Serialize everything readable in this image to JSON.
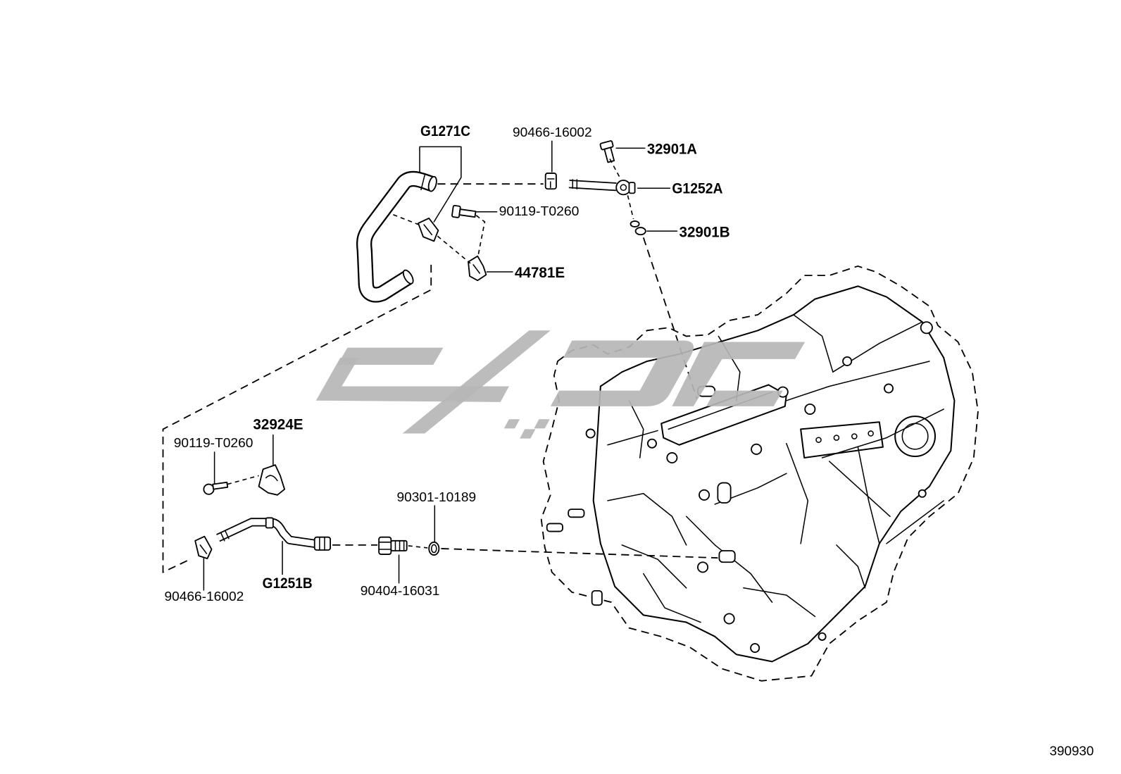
{
  "callouts": {
    "hose_upper": "G1271C",
    "clip_upper": "90466-16002",
    "union_bolt": "32901A",
    "union_pipe": "G1252A",
    "bolt_upper": "90119-T0260",
    "union_gasket": "32901B",
    "bracket_upper": "44781E",
    "clamp_lower": "32924E",
    "bolt_lower": "90119-T0260",
    "gasket_lower": "90301-10189",
    "pipe_lower": "G1251B",
    "union_lower": "90404-16031",
    "clip_lower": "90466-16002"
  },
  "figure_number": "390930",
  "colors": {
    "line": "#000000",
    "watermark": "#b6b6b6",
    "background": "#ffffff"
  }
}
